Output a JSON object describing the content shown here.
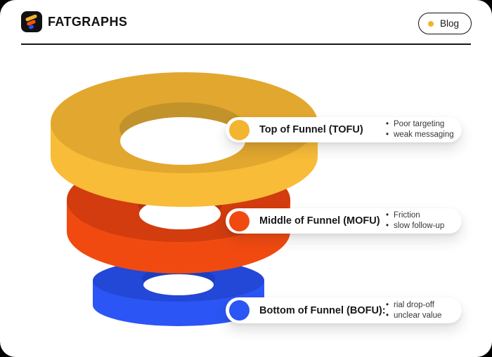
{
  "header": {
    "brand": "FATGRAPHS",
    "blog_label": "Blog"
  },
  "funnel": {
    "stages": [
      {
        "id": "tofu",
        "label": "Top of Funnel (TOFU)",
        "bullets": [
          "Poor targeting",
          "weak messaging"
        ],
        "color_top": "#E2A72E",
        "color_front": "#F8BC38",
        "color_inner_shadow": "#C2922B",
        "dot_color": "#F3B430"
      },
      {
        "id": "mofu",
        "label": "Middle of Funnel (MOFU)",
        "bullets": [
          "Friction",
          "slow follow-up"
        ],
        "color_top": "#D23C0E",
        "color_front": "#F14A10",
        "color_inner_shadow": "#B5340C",
        "dot_color": "#F14A10"
      },
      {
        "id": "bofu",
        "label": "Bottom of Funnel (BOFU):",
        "bullets": [
          "rial drop-off",
          "unclear value"
        ],
        "color_top": "#2347D6",
        "color_front": "#2B55F5",
        "color_inner_shadow": "#1B3EC2",
        "dot_color": "#2B55F5"
      }
    ]
  },
  "colors": {
    "page_background": "#000000",
    "card_background": "#FFFFFF",
    "brand_yellow": "#F2B32C",
    "brand_orange": "#F2530F",
    "brand_blue": "#2B55F5",
    "text_dark": "#17181B"
  }
}
